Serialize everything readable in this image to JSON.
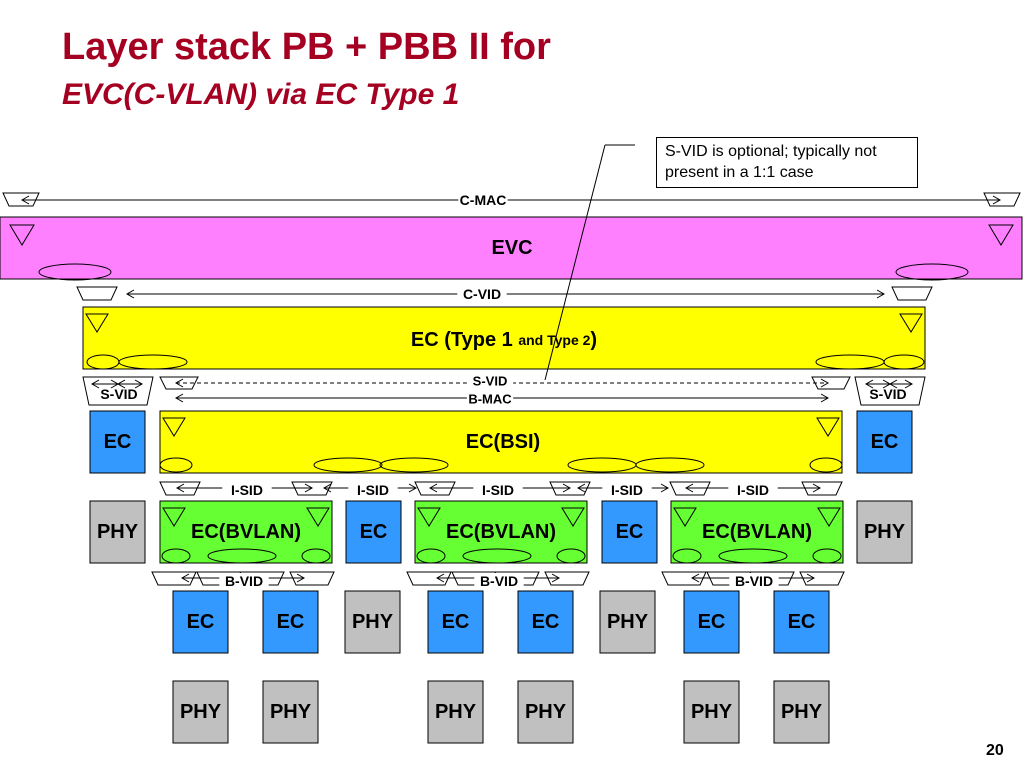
{
  "title": {
    "line1": "Layer stack PB + PBB II for",
    "line2": "EVC(C-VLAN) via EC Type 1"
  },
  "callout": {
    "text": "S-VID is optional; typically not present in a 1:1 case"
  },
  "page_number": "20",
  "labels": {
    "c_mac": "C-MAC",
    "c_vid": "C-VID",
    "s_vid": "S-VID",
    "b_mac": "B-MAC",
    "i_sid": "I-SID",
    "b_vid": "B-VID"
  },
  "layers": {
    "evc": "EVC",
    "ec_type1_main": "EC (Type 1 ",
    "ec_type1_small": "and Type 2",
    "ec_type1_close": ")",
    "ec_bsi": "EC(BSI)",
    "ec_bvlan": "EC(BVLAN)",
    "ec": "EC",
    "phy": "PHY"
  },
  "colors": {
    "title": "#a50021",
    "evc_fill": "#ff80ff",
    "ec_type_fill": "#ffff00",
    "bvlan_fill": "#66ff33",
    "ec_box_fill": "#3399ff",
    "phy_fill": "#c0c0c0"
  }
}
